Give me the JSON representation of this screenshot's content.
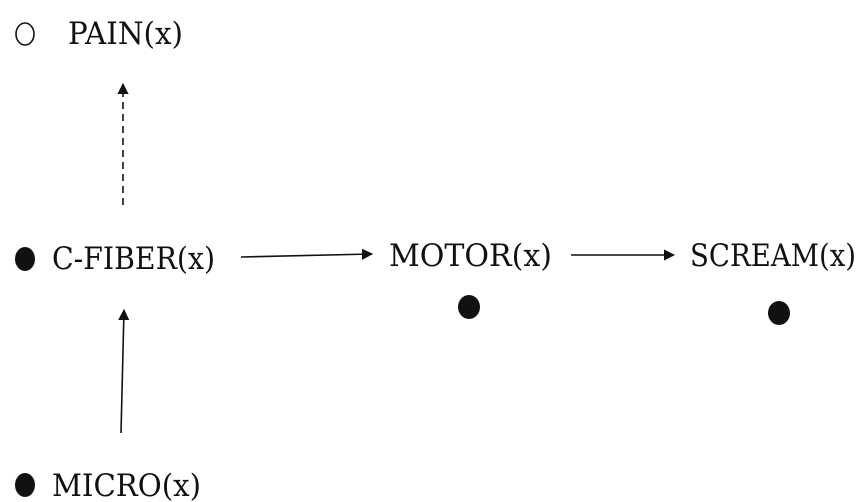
{
  "diagram": {
    "nodes": {
      "pain": {
        "label": "PAIN(x)",
        "marker": "hollow"
      },
      "cfiber": {
        "label": "C-FIBER(x)",
        "marker": "filled"
      },
      "motor": {
        "label": "MOTOR(x)",
        "marker": "filled"
      },
      "scream": {
        "label": "SCREAM(x)",
        "marker": "filled"
      },
      "micro": {
        "label": "MICRO(x)",
        "marker": "filled"
      }
    },
    "edges": [
      {
        "from": "micro",
        "to": "cfiber",
        "style": "solid"
      },
      {
        "from": "cfiber",
        "to": "pain",
        "style": "dashed"
      },
      {
        "from": "cfiber",
        "to": "motor",
        "style": "solid"
      },
      {
        "from": "motor",
        "to": "scream",
        "style": "solid"
      }
    ],
    "colors": {
      "ink": "#111111",
      "background": "#ffffff"
    }
  }
}
